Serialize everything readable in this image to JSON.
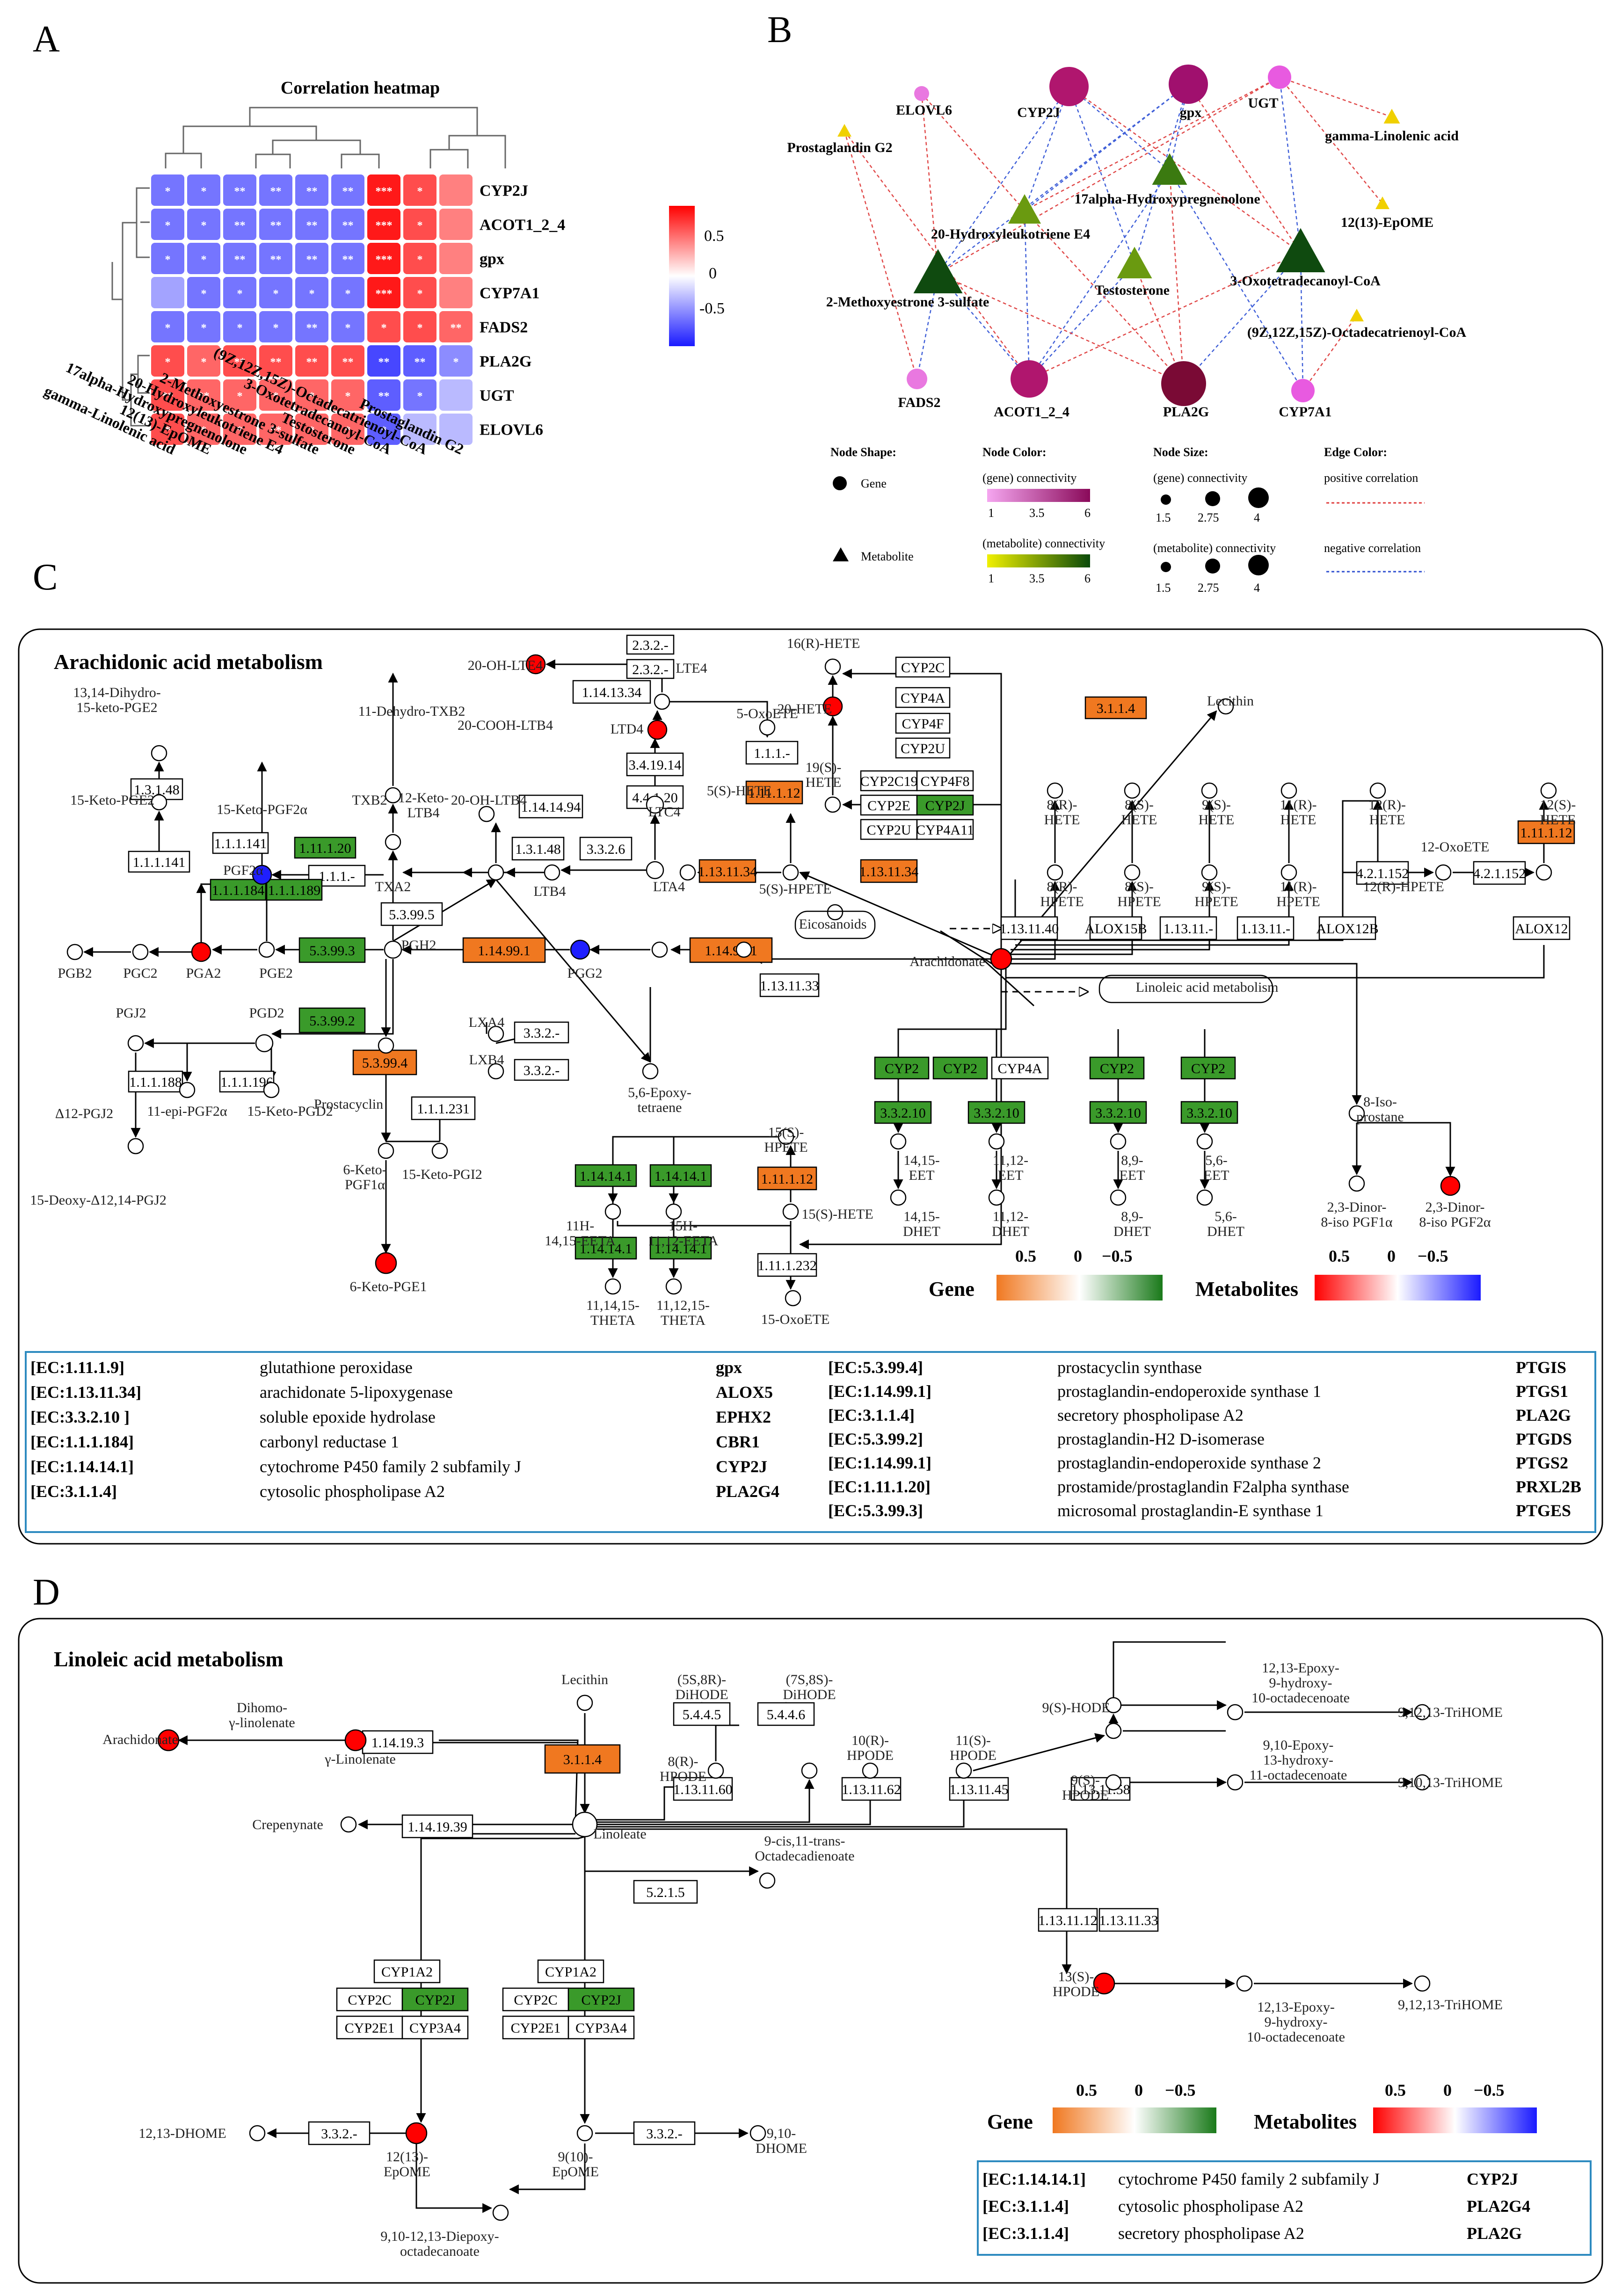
{
  "panels": {
    "a": "A",
    "b": "B",
    "c": "C",
    "d": "D"
  },
  "heatmap": {
    "title": "Correlation heatmap",
    "rows": [
      "CYP2J",
      "ACOT1_2_4",
      "gpx",
      "CYP7A1",
      "FADS2",
      "PLA2G",
      "UGT",
      "ELOVL6"
    ],
    "cols": [
      "gamma-Linolenic acid",
      "12(13)-EpOME",
      "17alpha-Hydroxypregnenolone",
      "20-Hydroxyleukotriene E4",
      "2-Methoxyestrone 3-sulfate",
      "Testosterone",
      "3-Oxotetradecanoyl-CoA",
      "(9Z,12Z,15Z)-Octadecatrienoyl-CoA",
      "Prostaglandin G2"
    ],
    "values": [
      [
        -0.6,
        -0.6,
        -0.6,
        -0.6,
        -0.6,
        -0.6,
        0.9,
        0.7,
        0.5
      ],
      [
        -0.6,
        -0.6,
        -0.6,
        -0.6,
        -0.6,
        -0.6,
        0.9,
        0.7,
        0.5
      ],
      [
        -0.6,
        -0.6,
        -0.6,
        -0.6,
        -0.6,
        -0.6,
        0.9,
        0.7,
        0.5
      ],
      [
        -0.4,
        -0.6,
        -0.6,
        -0.6,
        -0.6,
        -0.6,
        0.9,
        0.7,
        0.5
      ],
      [
        -0.6,
        -0.6,
        -0.6,
        -0.6,
        -0.6,
        -0.6,
        0.7,
        0.7,
        0.6
      ],
      [
        0.7,
        0.6,
        0.7,
        0.7,
        0.7,
        0.7,
        -0.8,
        -0.7,
        -0.5
      ],
      [
        0.7,
        0.6,
        0.6,
        0.6,
        0.6,
        0.6,
        -0.7,
        -0.6,
        -0.3
      ],
      [
        0.7,
        0.6,
        0.6,
        0.6,
        0.6,
        0.6,
        -0.7,
        -0.3,
        -0.3
      ]
    ],
    "stars": [
      [
        "*",
        "*",
        "**",
        "**",
        "**",
        "**",
        "***",
        "*",
        ""
      ],
      [
        "*",
        "*",
        "**",
        "**",
        "**",
        "**",
        "***",
        "*",
        ""
      ],
      [
        "*",
        "*",
        "**",
        "**",
        "**",
        "**",
        "***",
        "*",
        ""
      ],
      [
        "",
        "*",
        "*",
        "*",
        "*",
        "*",
        "***",
        "*",
        ""
      ],
      [
        "*",
        "*",
        "*",
        "*",
        "**",
        "*",
        "*",
        "*",
        "**"
      ],
      [
        "*",
        "*",
        "**",
        "**",
        "**",
        "**",
        "**",
        "**",
        "*"
      ],
      [
        "**",
        "**",
        "*",
        "*",
        "*",
        "*",
        "**",
        "*",
        ""
      ],
      [
        "*",
        "*",
        "*",
        "**",
        "*",
        "*",
        "*",
        "",
        ""
      ]
    ],
    "legend_ticks": [
      "0.5",
      "0",
      "-0.5"
    ]
  },
  "network": {
    "nodes": [
      "ELOVL6",
      "CYP2J",
      "gpx",
      "UGT",
      "Prostaglandin G2",
      "gamma-Linolenic acid",
      "17alpha-Hydroxypregnenolone",
      "12(13)-EpOME",
      "20-Hydroxyleukotriene E4",
      "3-Oxotetradecanoyl-CoA",
      "2-Methoxyestrone 3-sulfate",
      "Testosterone",
      "(9Z,12Z,15Z)-Octadecatrienoyl-CoA",
      "FADS2",
      "ACOT1_2_4",
      "PLA2G",
      "CYP7A1"
    ],
    "legend": {
      "node_shape": "Node Shape:",
      "gene": "Gene",
      "metabolite": "Metabolite",
      "node_color": "Node Color:",
      "gene_conn": "(gene) connectivity",
      "met_conn": "(metabolite) connectivity",
      "color_ticks": [
        "1",
        "3.5",
        "6"
      ],
      "node_size": "Node Size:",
      "size_ticks": [
        "1.5",
        "2.75",
        "4"
      ],
      "edge_color": "Edge Color:",
      "pos": "positive correlation",
      "neg": "negative correlation"
    }
  },
  "aa": {
    "title": "Arachidonic acid metabolism",
    "legend": {
      "gene": "Gene",
      "met": "Metabolites",
      "ticks": [
        "0.5",
        "0",
        "−0.5"
      ]
    },
    "ec_left": [
      [
        "[EC:1.11.1.9]",
        "glutathione peroxidase",
        "gpx"
      ],
      [
        "[EC:1.13.11.34]",
        "arachidonate 5-lipoxygenase",
        "ALOX5"
      ],
      [
        "[EC:3.3.2.10 ]",
        "soluble epoxide hydrolase",
        "EPHX2"
      ],
      [
        "[EC:1.1.1.184]",
        "carbonyl reductase 1",
        "CBR1"
      ],
      [
        "[EC:1.14.14.1]",
        "cytochrome P450 family 2 subfamily J",
        "CYP2J"
      ],
      [
        "[EC:3.1.1.4]",
        "cytosolic phospholipase A2",
        "PLA2G4"
      ]
    ],
    "ec_right": [
      [
        "[EC:5.3.99.4]",
        "prostacyclin synthase",
        "PTGIS"
      ],
      [
        "[EC:1.14.99.1]",
        "prostaglandin-endoperoxide synthase 1",
        "PTGS1"
      ],
      [
        "[EC:3.1.1.4]",
        "secretory phospholipase A2",
        "PLA2G"
      ],
      [
        "[EC:5.3.99.2]",
        "prostaglandin-H2 D-isomerase",
        "PTGDS"
      ],
      [
        "[EC:1.14.99.1]",
        "prostaglandin-endoperoxide synthase 2",
        "PTGS2"
      ],
      [
        "[EC:1.11.1.20]",
        "prostamide/prostaglandin F2alpha synthase",
        "PRXL2B"
      ],
      [
        "[EC:5.3.99.3]",
        "microsomal prostaglandin-E synthase 1",
        "PTGES"
      ]
    ]
  },
  "la": {
    "title": "Linoleic acid metabolism",
    "legend": {
      "gene": "Gene",
      "met": "Metabolites",
      "ticks": [
        "0.5",
        "0",
        "−0.5"
      ]
    },
    "ec": [
      [
        "[EC:1.14.14.1]",
        "cytochrome P450 family 2 subfamily J",
        "CYP2J"
      ],
      [
        "[EC:3.1.1.4]",
        "cytosolic phospholipase A2",
        "PLA2G4"
      ],
      [
        "[EC:3.1.1.4]",
        "secretory phospholipase A2",
        "PLA2G"
      ]
    ]
  },
  "colors": {
    "red": "#ff0000",
    "blue": "#1f1fff",
    "orange": "#f07820",
    "green": "#3a9a2a",
    "purple": "#a0106e",
    "panel_border": "#000000",
    "ec_border": "#2e8bc0"
  }
}
